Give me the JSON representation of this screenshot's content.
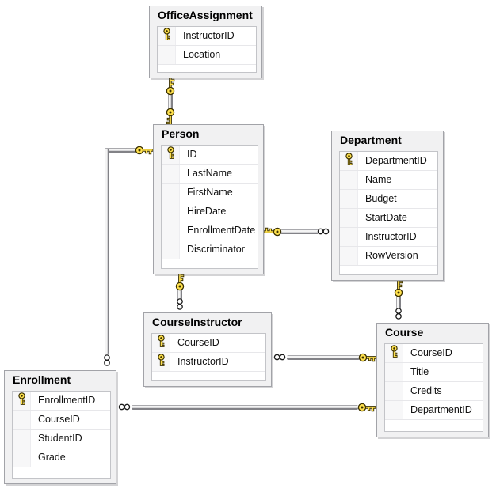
{
  "diagram": {
    "kind": "database-diagram",
    "tables": [
      {
        "id": "office_assignment",
        "title": "OfficeAssignment",
        "rows": [
          {
            "name": "InstructorID",
            "is_primary_key": true
          },
          {
            "name": "Location",
            "is_primary_key": false
          }
        ]
      },
      {
        "id": "person",
        "title": "Person",
        "rows": [
          {
            "name": "ID",
            "is_primary_key": true
          },
          {
            "name": "LastName",
            "is_primary_key": false
          },
          {
            "name": "FirstName",
            "is_primary_key": false
          },
          {
            "name": "HireDate",
            "is_primary_key": false
          },
          {
            "name": "EnrollmentDate",
            "is_primary_key": false
          },
          {
            "name": "Discriminator",
            "is_primary_key": false
          }
        ]
      },
      {
        "id": "department",
        "title": "Department",
        "rows": [
          {
            "name": "DepartmentID",
            "is_primary_key": true
          },
          {
            "name": "Name",
            "is_primary_key": false
          },
          {
            "name": "Budget",
            "is_primary_key": false
          },
          {
            "name": "StartDate",
            "is_primary_key": false
          },
          {
            "name": "InstructorID",
            "is_primary_key": false
          },
          {
            "name": "RowVersion",
            "is_primary_key": false
          }
        ]
      },
      {
        "id": "course_instructor",
        "title": "CourseInstructor",
        "rows": [
          {
            "name": "CourseID",
            "is_primary_key": true
          },
          {
            "name": "InstructorID",
            "is_primary_key": true
          }
        ]
      },
      {
        "id": "course",
        "title": "Course",
        "rows": [
          {
            "name": "CourseID",
            "is_primary_key": true
          },
          {
            "name": "Title",
            "is_primary_key": false
          },
          {
            "name": "Credits",
            "is_primary_key": false
          },
          {
            "name": "DepartmentID",
            "is_primary_key": false
          }
        ]
      },
      {
        "id": "enrollment",
        "title": "Enrollment",
        "rows": [
          {
            "name": "EnrollmentID",
            "is_primary_key": true
          },
          {
            "name": "CourseID",
            "is_primary_key": false
          },
          {
            "name": "StudentID",
            "is_primary_key": false
          },
          {
            "name": "Grade",
            "is_primary_key": false
          }
        ]
      }
    ],
    "relationships": [
      {
        "one_side": "Person",
        "many_side": "OfficeAssignment",
        "cardinality": "one-to-one"
      },
      {
        "one_side": "Person",
        "many_side": "Department",
        "cardinality": "one-to-many"
      },
      {
        "one_side": "Person",
        "many_side": "CourseInstructor",
        "cardinality": "one-to-many"
      },
      {
        "one_side": "Person",
        "many_side": "Enrollment",
        "cardinality": "one-to-many"
      },
      {
        "one_side": "Department",
        "many_side": "Course",
        "cardinality": "one-to-many"
      },
      {
        "one_side": "Course",
        "many_side": "CourseInstructor",
        "cardinality": "one-to-many"
      },
      {
        "one_side": "Course",
        "many_side": "Enrollment",
        "cardinality": "one-to-many"
      }
    ],
    "colors": {
      "canvas_bg": "#ffffff",
      "table_bg": "#f1f1f2",
      "table_border": "#a2a3a8",
      "grid_bg": "#ffffff",
      "grid_border": "#c3c4c8",
      "key_yellow": "#ffe14d",
      "key_outline": "#3a3000",
      "pipe_dark": "#828287",
      "pipe_light": "#f4f4f4"
    }
  }
}
